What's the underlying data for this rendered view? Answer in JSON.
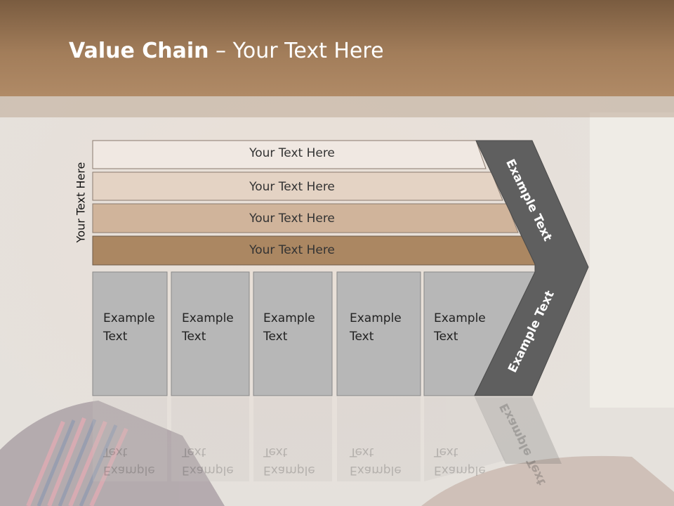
{
  "title": {
    "bold": "Value Chain",
    "rest": " – Your Text Here"
  },
  "side_label": "Your Text Here",
  "bars": [
    {
      "label": "Your Text Here",
      "color": "#f0e8e2"
    },
    {
      "label": "Your Text Here",
      "color": "#e4d3c4"
    },
    {
      "label": "Your Text Here",
      "color": "#d0b49b"
    },
    {
      "label": "Your Text Here",
      "color": "#ab8762"
    }
  ],
  "boxes": [
    {
      "line1": "Example",
      "line2": "Text"
    },
    {
      "line1": "Example",
      "line2": "Text"
    },
    {
      "line1": "Example",
      "line2": "Text"
    },
    {
      "line1": "Example",
      "line2": "Text"
    },
    {
      "line1": "Example",
      "line2": "Text"
    }
  ],
  "chevron": {
    "upper": "Example Text",
    "lower": "Example Text",
    "color": "#5f5f5f"
  },
  "colors": {
    "box": "#b7b7b7",
    "title_bar": "#a27d5a"
  }
}
